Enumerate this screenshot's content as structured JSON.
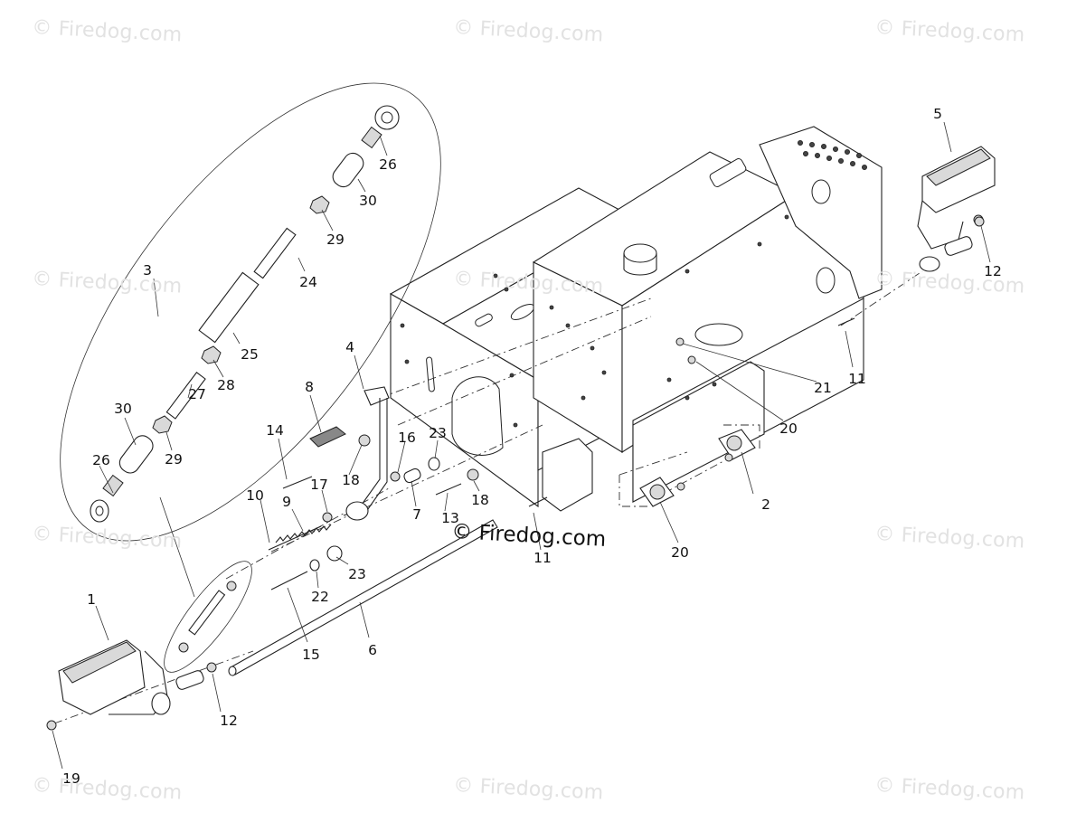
{
  "watermarks": {
    "corner_text": "© Firedog.com",
    "center_text": "© Firedog.com"
  },
  "callouts": {
    "1": "1",
    "2": "2",
    "3": "3",
    "4": "4",
    "5": "5",
    "6": "6",
    "7": "7",
    "8": "8",
    "9": "9",
    "10": "10",
    "11": "11",
    "12": "12",
    "13": "13",
    "14": "14",
    "15": "15",
    "16": "16",
    "17": "17",
    "18": "18",
    "19": "19",
    "20": "20",
    "21": "21",
    "22": "22",
    "23": "23",
    "24": "24",
    "25": "25",
    "26": "26",
    "27": "27",
    "28": "28",
    "29": "29",
    "30": "30"
  }
}
